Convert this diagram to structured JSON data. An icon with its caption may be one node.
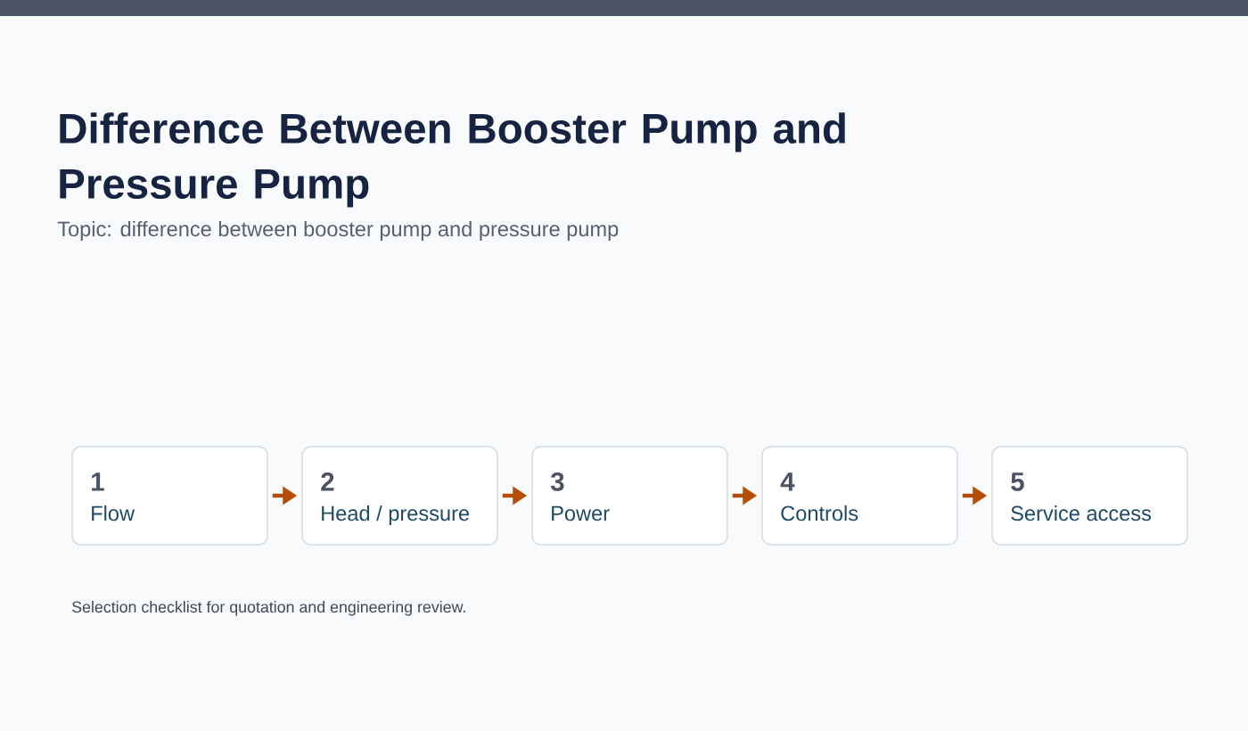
{
  "diagram": {
    "title": "Difference Between Booster Pump and Pressure Pump",
    "caption": "Selection checklist for quotation and engineering review.",
    "nodes": [
      {
        "text": [
          "1",
          "Flow"
        ]
      },
      {
        "text": [
          "2",
          "Head / pressure"
        ]
      },
      {
        "text": [
          "3",
          "Power"
        ]
      },
      {
        "text": [
          "4",
          "Controls"
        ]
      },
      {
        "text": [
          "5",
          "Service access"
        ]
      }
    ],
    "edges": [
      {
        "from": 0,
        "to": 1,
        "arrow": "to"
      },
      {
        "from": 1,
        "to": 2,
        "arrow": "to"
      },
      {
        "from": 2,
        "to": 3,
        "arrow": "to"
      },
      {
        "from": 3,
        "to": 4,
        "arrow": "to"
      }
    ],
    "labels": [
      "Topic: difference between booster pump and pressure pump"
    ]
  }
}
